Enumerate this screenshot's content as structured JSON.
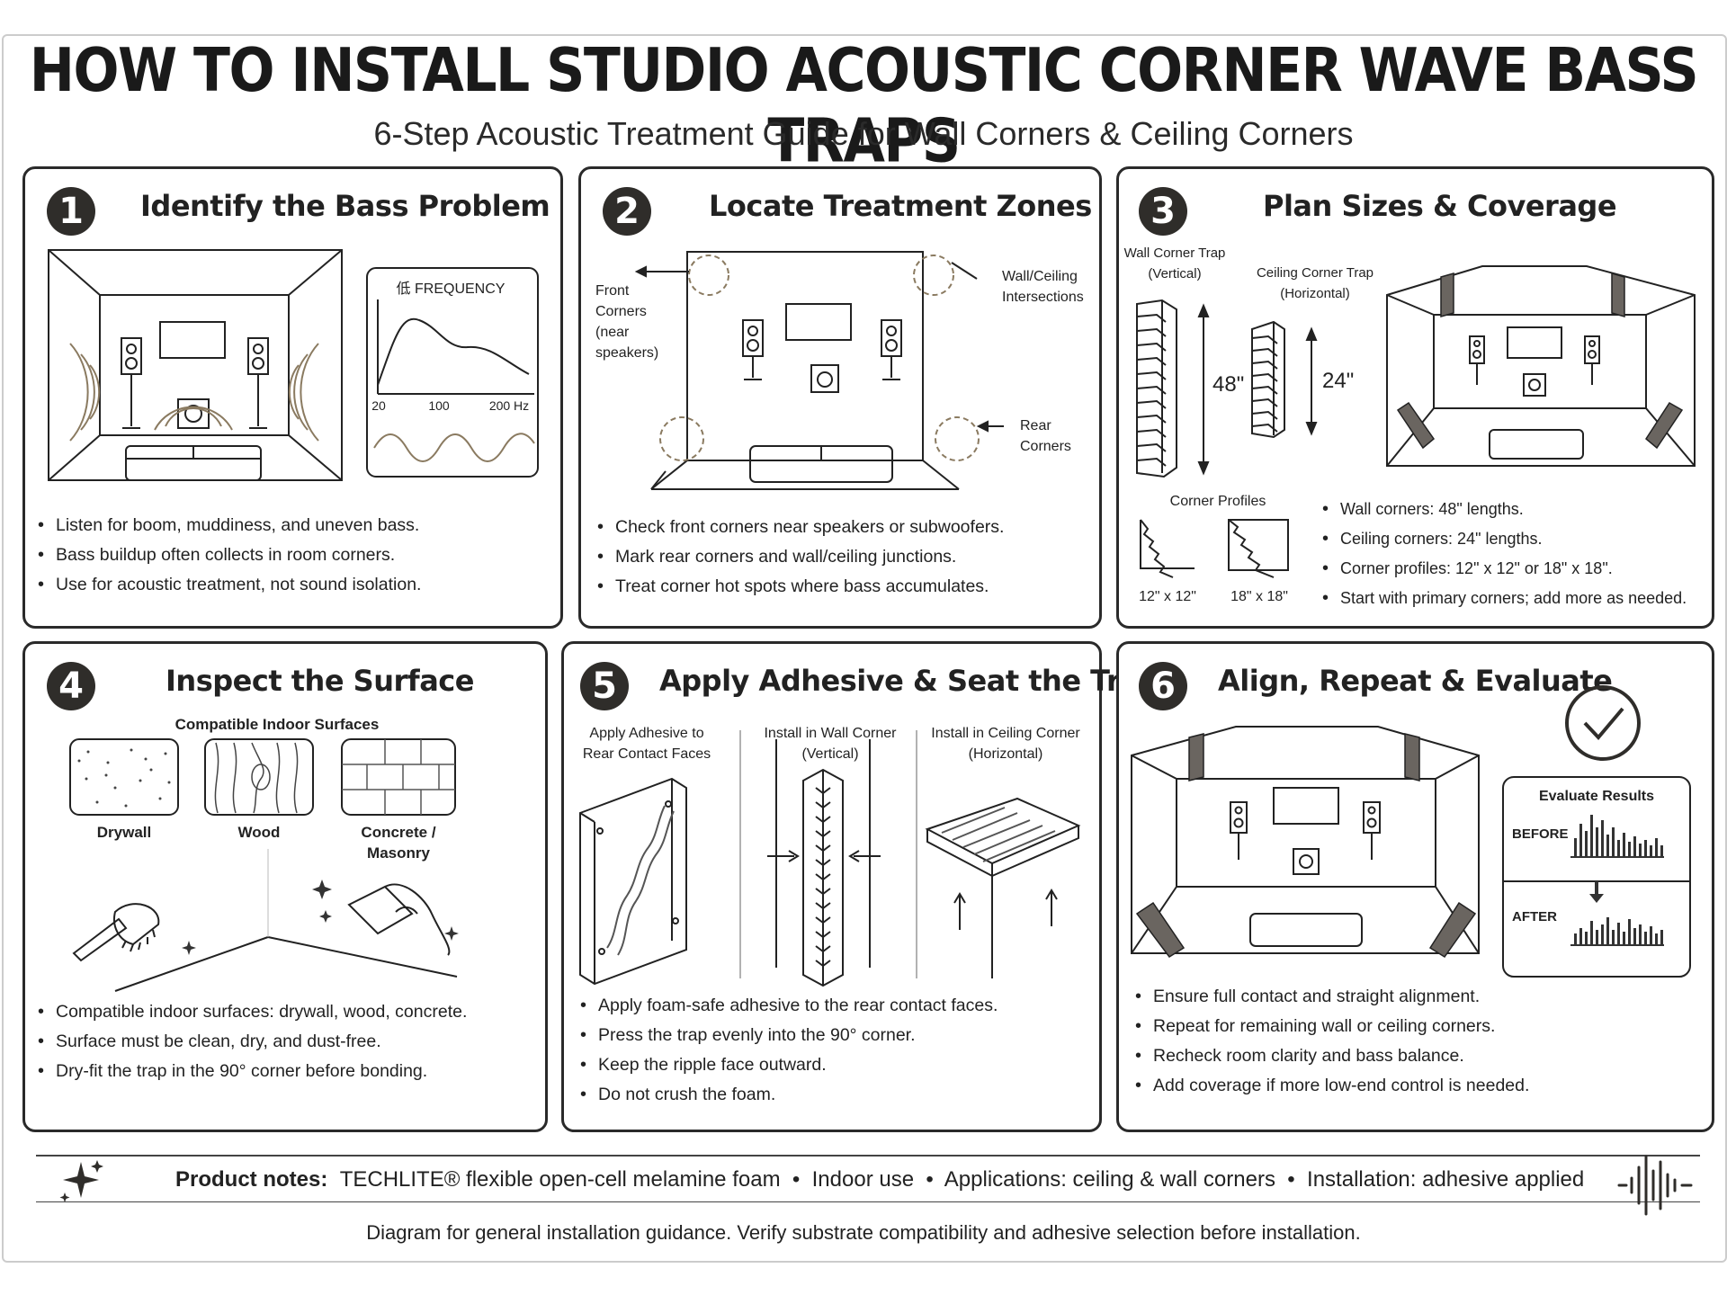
{
  "header": {
    "title": "HOW TO INSTALL STUDIO ACOUSTIC CORNER WAVE BASS TRAPS",
    "subtitle": "6-Step Acoustic Treatment Guide for Wall Corners & Ceiling Corners"
  },
  "steps": [
    {
      "number": "1",
      "title": "Identify the Bass Problem",
      "graph": {
        "label": "低 FREQUENCY",
        "ticks": [
          "20",
          "100",
          "200 Hz"
        ]
      },
      "bullets": [
        "Listen for boom, muddiness, and uneven bass.",
        "Bass buildup often collects in room corners.",
        "Use for acoustic treatment, not sound isolation."
      ]
    },
    {
      "number": "2",
      "title": "Locate Treatment Zones",
      "labels": {
        "front": [
          "Front",
          "Corners",
          "(near",
          "speakers)"
        ],
        "wall_ceiling": [
          "Wall/Ceiling",
          "Intersections"
        ],
        "rear": [
          "Rear",
          "Corners"
        ]
      },
      "bullets": [
        "Check front corners near speakers or subwoofers.",
        "Mark rear corners and wall/ceiling junctions.",
        "Treat corner hot spots where bass accumulates."
      ]
    },
    {
      "number": "3",
      "title": "Plan Sizes & Coverage",
      "labels": {
        "wall_trap": [
          "Wall Corner Trap",
          "(Vertical)"
        ],
        "ceiling_trap": [
          "Ceiling Corner Trap",
          "(Horizontal)"
        ],
        "len_wall": "48\"",
        "len_ceiling": "24\"",
        "profiles": "Corner Profiles",
        "profile_a": "12\" x 12\"",
        "profile_b": "18\" x 18\""
      },
      "bullets": [
        "Wall corners: 48\" lengths.",
        "Ceiling corners: 24\" lengths.",
        "Corner profiles: 12\" x 12\" or 18\" x 18\".",
        "Start with primary corners; add more as needed."
      ]
    },
    {
      "number": "4",
      "title": "Inspect the Surface",
      "labels": {
        "surfaces": "Compatible Indoor Surfaces",
        "drywall": "Drywall",
        "wood": "Wood",
        "concrete": [
          "Concrete /",
          "Masonry"
        ]
      },
      "bullets": [
        "Compatible indoor surfaces: drywall, wood, concrete.",
        "Surface must be clean, dry, and dust-free.",
        "Dry-fit the trap in the 90° corner before bonding."
      ]
    },
    {
      "number": "5",
      "title": "Apply Adhesive & Seat the Trap",
      "labels": {
        "adhesive": [
          "Apply Adhesive to",
          "Rear Contact Faces"
        ],
        "wall": [
          "Install in Wall Corner",
          "(Vertical)"
        ],
        "ceiling": [
          "Install in Ceiling Corner",
          "(Horizontal)"
        ]
      },
      "bullets": [
        "Apply foam-safe adhesive to the rear contact faces.",
        "Press the trap evenly into the 90° corner.",
        "Keep the ripple face outward.",
        "Do not crush the foam."
      ]
    },
    {
      "number": "6",
      "title": "Align, Repeat & Evaluate",
      "labels": {
        "evaluate": "Evaluate Results",
        "before": "BEFORE",
        "after": "AFTER"
      },
      "bullets": [
        "Ensure full contact and straight alignment.",
        "Repeat for remaining wall or ceiling corners.",
        "Recheck room clarity and bass balance.",
        "Add coverage if more low-end control is needed."
      ]
    }
  ],
  "footer": {
    "notes_label": "Product notes:",
    "notes": "TECHLITE® flexible open-cell melamine foam  •  Indoor use  •  Applications: ceiling & wall corners  •  Installation: adhesive applied",
    "disclaimer": "Diagram for general installation guidance. Verify substrate compatibility and adhesive selection before installation."
  }
}
